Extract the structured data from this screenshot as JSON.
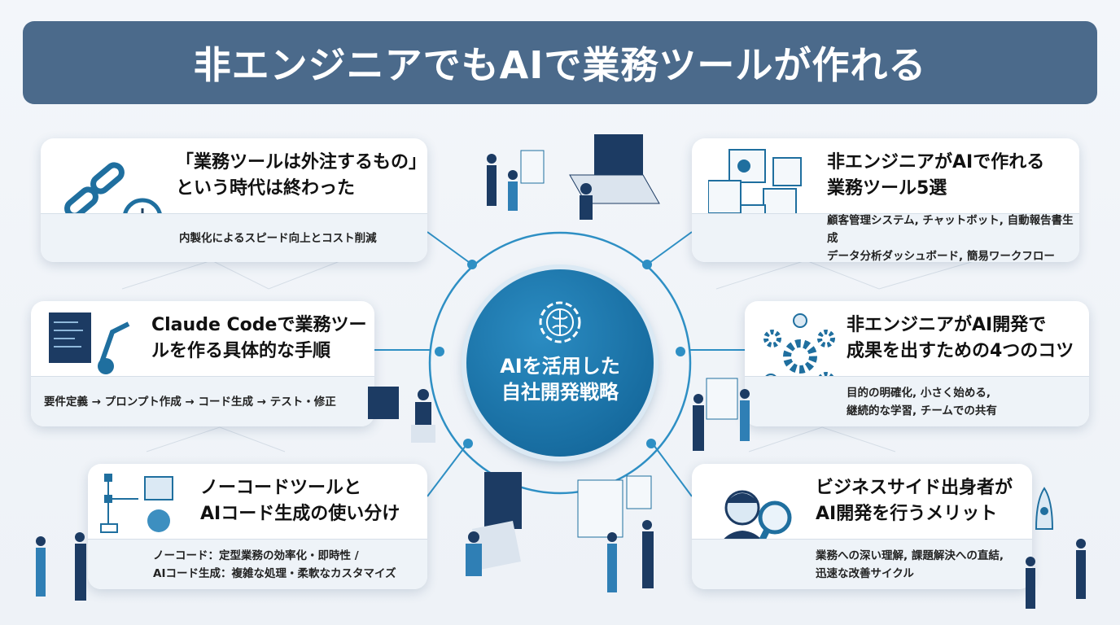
{
  "title": "非エンジニアでもAIで業務ツールが作れる",
  "center": {
    "line1": "AIを活用した",
    "line2": "自社開発戦略",
    "icon": "brain-gear-icon"
  },
  "colors": {
    "title_bg": "#4b6a8b",
    "accent": "#1a78b0",
    "center": "#15679c"
  },
  "cards": [
    {
      "title1": "「業務ツールは外注するもの」",
      "title2": "という時代は終わった",
      "desc1": "内製化によるスピード向上とコスト削減",
      "desc2": "",
      "icon": "broken-chain-stopwatch-icon"
    },
    {
      "title1": "Claude Codeで業務ツー",
      "title2": "ルを作る具体的な手順",
      "desc1": "要件定義 → プロンプト作成 → コード生成 → テスト・修正",
      "desc2": "",
      "icon": "code-robot-arm-icon"
    },
    {
      "title1": "ノーコードツールと",
      "title2": "AIコード生成の使い分け",
      "desc1": "ノーコード：定型業務の効率化・即時性 /",
      "desc2": "AIコード生成：複雑な処理・柔軟なカスタマイズ",
      "icon": "flowchart-brain-icon"
    },
    {
      "title1": "非エンジニアがAIで作れる",
      "title2": "業務ツール5選",
      "desc1": "顧客管理システム, チャットボット, 自動報告書生成",
      "desc2": "データ分析ダッシュボード, 簡易ワークフロー",
      "icon": "app-windows-icon"
    },
    {
      "title1": "非エンジニアがAI開発で",
      "title2": "成果を出すための4つのコツ",
      "desc1": "目的の明確化, 小さく始める,",
      "desc2": "継続的な学習, チームでの共有",
      "icon": "gears-lightbulb-icon"
    },
    {
      "title1": "ビジネスサイド出身者が",
      "title2": "AI開発を行うメリット",
      "desc1": "業務への深い理解, 課題解決への直結,",
      "desc2": "迅速な改善サイクル",
      "icon": "businessman-magnifier-icon"
    }
  ]
}
